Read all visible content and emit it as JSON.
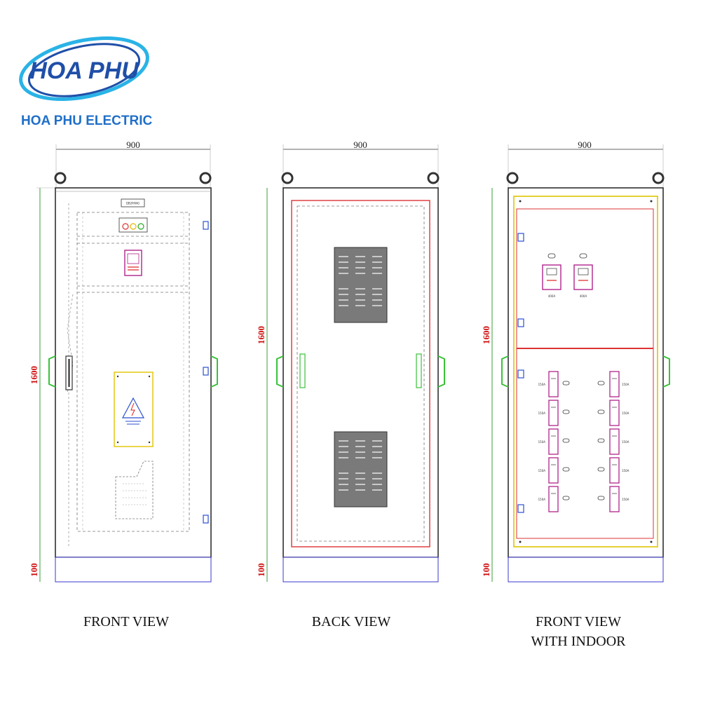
{
  "brand": {
    "logo_text": "HOA PHU",
    "company_name": "HOA PHU ELECTRIC",
    "colors": {
      "primary": "#1f4fa8",
      "accent": "#2ab3e6"
    }
  },
  "views": [
    {
      "id": "front",
      "caption_line1": "FRONT VIEW",
      "caption_line2": "",
      "width_label": "900",
      "height_label": "1600",
      "base_label": "100",
      "nameplate": "DB2PANG"
    },
    {
      "id": "back",
      "caption_line1": "BACK VIEW",
      "caption_line2": "",
      "width_label": "900",
      "height_label": "1600",
      "base_label": "100"
    },
    {
      "id": "indoor",
      "caption_line1": "FRONT VIEW",
      "caption_line2": "WITH INDOOR",
      "width_label": "900",
      "height_label": "1600",
      "base_label": "100",
      "top_breakers": [
        "400A",
        "400A"
      ],
      "left_breakers": [
        "150A",
        "150A",
        "150A",
        "150A",
        "150A"
      ],
      "right_breakers": [
        "150A",
        "150A",
        "150A",
        "150A",
        "150A"
      ]
    }
  ]
}
